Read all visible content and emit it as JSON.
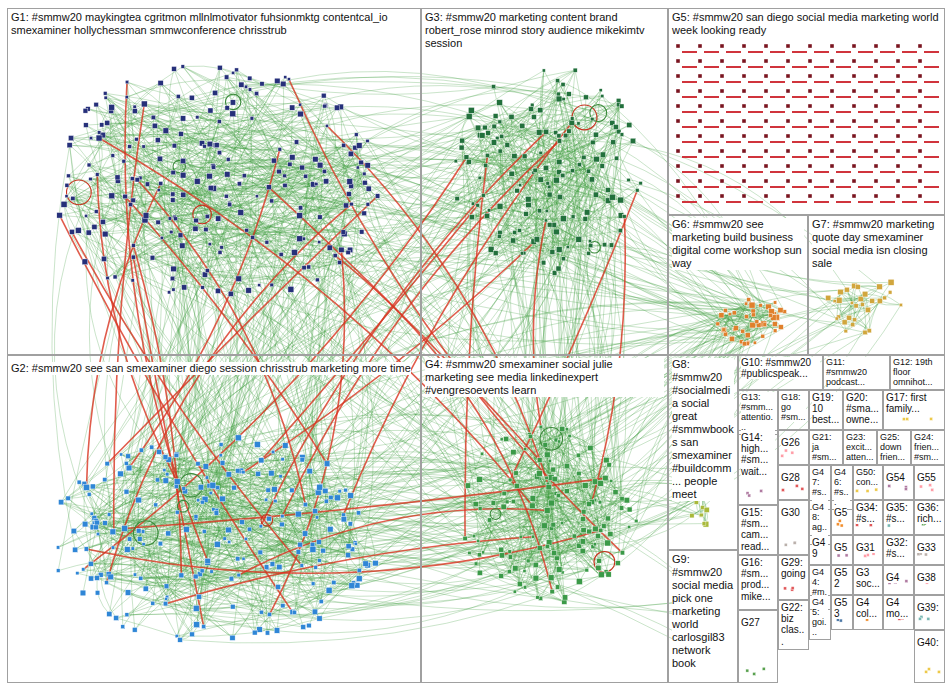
{
  "diagram": {
    "nodes": [
      {
        "text": [
          "G1: #smmw20 maykingtea cgritmon mllnlmotivator fuhsionmktg contentcal_io smexaminer hollychessman smmwconference chrisstrub"
        ]
      },
      {
        "text": [
          "G3: #smmw20 marketing content brand robert_rose minrod story audience mikekimtv session"
        ]
      },
      {
        "text": [
          "G5: #smmw20 san diego social media marketing world week looking ready"
        ]
      },
      {
        "text": [
          "G6: #smmw20 see marketing build business digital come workshop sun way"
        ]
      },
      {
        "text": [
          "G7: #smmw20 marketing quote day smexaminer social media isn closing sale"
        ]
      },
      {
        "text": [
          "G2: #smmw20 see san smexaminer diego session chrisstrub marketing more time"
        ]
      },
      {
        "text": [
          "G4: #smmw20 smexaminer social julie marketing see media linkedinexpert #vengresoevents learn"
        ]
      },
      {
        "text": [
          "G8: #smmw20 #socialmedia social great #smmwbooks san smexaminer #buildcomm... people meet"
        ]
      },
      {
        "text": [
          "G10: #smmw20 #publicspeak..."
        ]
      },
      {
        "text": [
          "G11: #smmw20 podcast..."
        ]
      },
      {
        "text": [
          "G12: 19th floor omnihot..."
        ]
      },
      {
        "text": [
          "G13: #smm... attentio..."
        ]
      },
      {
        "text": [
          "G18: go #sm..."
        ]
      },
      {
        "text": [
          "G19: 10 best..."
        ]
      },
      {
        "text": [
          "G20: #sma... owne..."
        ]
      },
      {
        "text": [
          "G17: first family..."
        ]
      },
      {
        "text": [
          "G14: high... #sm... wait..."
        ]
      },
      {
        "text": [
          "G26"
        ]
      },
      {
        "text": [
          "G21: ja #sm..."
        ]
      },
      {
        "text": [
          "G23: excit... atten..."
        ]
      },
      {
        "text": [
          "G25: down frien..."
        ]
      },
      {
        "text": [
          "G24: frien... #sm..."
        ]
      },
      {
        "text": [
          "G28"
        ]
      },
      {
        "text": [
          "G47: #s..."
        ]
      },
      {
        "text": [
          "G46: #s..."
        ]
      },
      {
        "text": [
          "G50: con..."
        ]
      },
      {
        "text": [
          "G54"
        ]
      },
      {
        "text": [
          "G55"
        ]
      },
      {
        "text": [
          "G15: #sm... cam... read..."
        ]
      },
      {
        "text": [
          "G30"
        ]
      },
      {
        "text": [
          "G48: ag..."
        ]
      },
      {
        "text": [
          "G5"
        ]
      },
      {
        "text": [
          "G34: #s..."
        ]
      },
      {
        "text": [
          "G35: #s..."
        ]
      },
      {
        "text": [
          "G36: rich..."
        ]
      },
      {
        "text": [
          "G49"
        ]
      },
      {
        "text": [
          "G5"
        ]
      },
      {
        "text": [
          "G31"
        ]
      },
      {
        "text": [
          "G32: #s..."
        ]
      },
      {
        "text": [
          "G33"
        ]
      },
      {
        "text": [
          "G9: #smmw20 social media pick one marketing world carlosgil83 network book"
        ]
      },
      {
        "text": [
          "G16: #sm... prod... mike..."
        ]
      },
      {
        "text": [
          "G29: going"
        ]
      },
      {
        "text": [
          "G44: #m..."
        ]
      },
      {
        "text": [
          "G52"
        ]
      },
      {
        "text": [
          "G3 soc..."
        ]
      },
      {
        "text": [
          "G4"
        ]
      },
      {
        "text": [
          "G38"
        ]
      },
      {
        "text": [
          "G22: biz clas..."
        ]
      },
      {
        "text": [
          "G45: goi..."
        ]
      },
      {
        "text": [
          "G53"
        ]
      },
      {
        "text": [
          "G4 col..."
        ]
      },
      {
        "text": [
          "G4 mo..."
        ]
      },
      {
        "text": [
          "G39:"
        ]
      },
      {
        "text": [
          "G27"
        ]
      },
      {
        "text": [
          "G40:"
        ]
      }
    ]
  }
}
